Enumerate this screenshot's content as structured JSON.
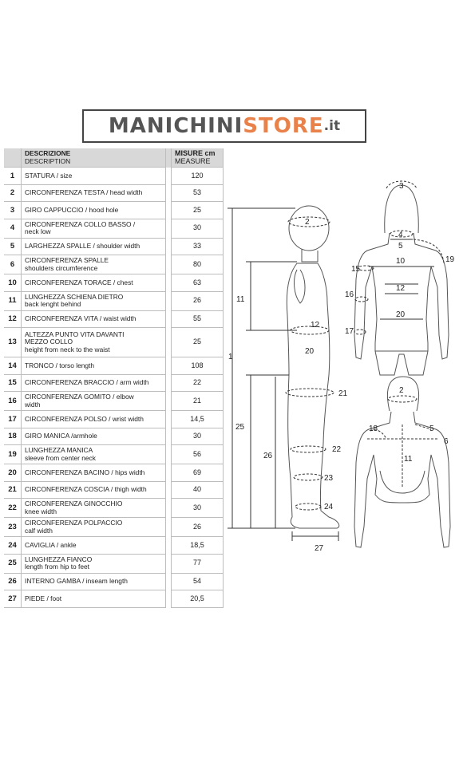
{
  "logo": {
    "part1": "MANICHINI",
    "part2": "STORE",
    "part3": ".it"
  },
  "table": {
    "header": {
      "desc_it": "DESCRIZIONE",
      "desc_en": "DESCRIPTION",
      "val_it": "MISURE  cm",
      "val_en": "MEASURE"
    },
    "rows": [
      {
        "n": "1",
        "l1": "STATURA / size",
        "l2": "",
        "v": "120"
      },
      {
        "n": "2",
        "l1": "CIRCONFERENZA TESTA / head width",
        "l2": "",
        "v": "53"
      },
      {
        "n": "3",
        "l1": "GIRO CAPPUCCIO / hood hole",
        "l2": "",
        "v": "25"
      },
      {
        "n": "4",
        "l1": "CIRCONFERENZA COLLO BASSO /",
        "l2": "neck low",
        "v": "30"
      },
      {
        "n": "5",
        "l1": "LARGHEZZA SPALLE / shoulder width",
        "l2": "",
        "v": "33"
      },
      {
        "n": "6",
        "l1": "CIRCONFERENZA SPALLE",
        "l2": "shoulders circumference",
        "v": "80"
      },
      {
        "n": "10",
        "l1": "CIRCONFERENZA TORACE / chest",
        "l2": "",
        "v": "63"
      },
      {
        "n": "11",
        "l1": "LUNGHEZZA SCHIENA DIETRO",
        "l2": "back lenght behind",
        "v": "26"
      },
      {
        "n": "12",
        "l1": "CIRCONFERENZA VITA / waist width",
        "l2": "",
        "v": "55"
      },
      {
        "n": "13",
        "l1": "ALTEZZA PUNTO VITA DAVANTI",
        "l2": "MEZZO COLLO",
        "l3": "height from neck to the waist",
        "v": "25"
      },
      {
        "n": "14",
        "l1": "TRONCO / torso length",
        "l2": "",
        "v": "108"
      },
      {
        "n": "15",
        "l1": "CIRCONFERENZA BRACCIO / arm width",
        "l2": "",
        "v": "22"
      },
      {
        "n": "16",
        "l1": "CIRCONFERENZA GOMITO / elbow",
        "l2": "width",
        "v": "21"
      },
      {
        "n": "17",
        "l1": "CIRCONFERENZA POLSO / wrist width",
        "l2": "",
        "v": "14,5"
      },
      {
        "n": "18",
        "l1": "GIRO MANICA /armhole",
        "l2": "",
        "v": "30"
      },
      {
        "n": "19",
        "l1": "LUNGHEZZA MANICA",
        "l2": "sleeve from center neck",
        "v": "56"
      },
      {
        "n": "20",
        "l1": "CIRCONFERENZA BACINO / hips width",
        "l2": "",
        "v": "69"
      },
      {
        "n": "21",
        "l1": "CIRCONFERENZA COSCIA / thigh width",
        "l2": "",
        "v": "40"
      },
      {
        "n": "22",
        "l1": "CIRCONFERENZA GINOCCHIO",
        "l2": "knee width",
        "v": "30"
      },
      {
        "n": "23",
        "l1": "CIRCONFERENZA POLPACCIO",
        "l2": "calf width",
        "v": "26"
      },
      {
        "n": "24",
        "l1": "CAVIGLIA / ankle",
        "l2": "",
        "v": "18,5"
      },
      {
        "n": "25",
        "l1": "LUNGHEZZA FIANCO",
        "l2": "length from hip to feet",
        "v": "77"
      },
      {
        "n": "26",
        "l1": "INTERNO GAMBA / inseam length",
        "l2": "",
        "v": "54"
      },
      {
        "n": "27",
        "l1": "PIEDE / foot",
        "l2": "",
        "v": "20,5"
      }
    ]
  },
  "diagram": {
    "side": {
      "lbl_1": "1",
      "lbl_2": "2",
      "lbl_11": "11",
      "lbl_12": "12",
      "lbl_20": "20",
      "lbl_21": "21",
      "lbl_22": "22",
      "lbl_23": "23",
      "lbl_24": "24",
      "lbl_25": "25",
      "lbl_26": "26",
      "lbl_27": "27"
    },
    "front": {
      "lbl_3": "3",
      "lbl_4": "4",
      "lbl_5": "5",
      "lbl_10": "10",
      "lbl_12": "12",
      "lbl_15": "15",
      "lbl_16": "16",
      "lbl_17": "17",
      "lbl_19": "19",
      "lbl_20": "20"
    },
    "back": {
      "lbl_2": "2",
      "lbl_5": "5",
      "lbl_6": "6",
      "lbl_11": "11",
      "lbl_18": "18"
    }
  }
}
